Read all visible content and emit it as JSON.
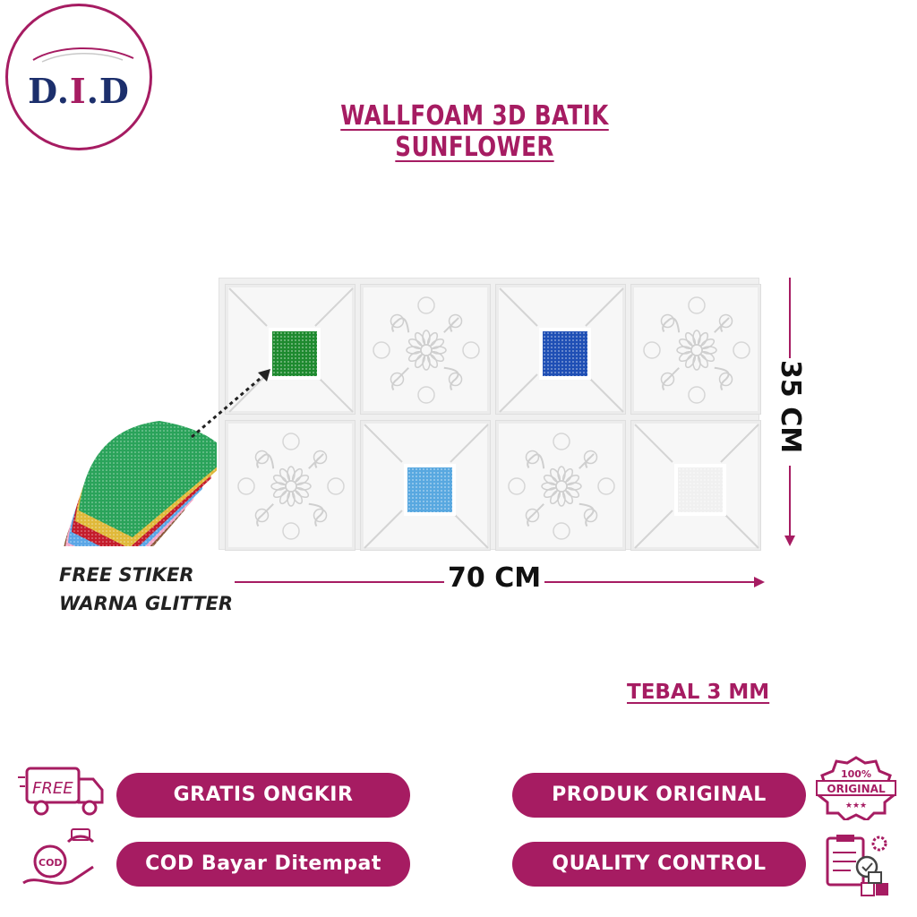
{
  "brand": {
    "logo_prefix": "D.",
    "logo_mid": "I",
    "logo_suffix": ".D",
    "brand_color": "#a61c62",
    "navy_color": "#1c2f6c"
  },
  "title": "WALLFOAM 3D BATIK SUNFLOWER",
  "panel": {
    "tiles": [
      {
        "kind": "frame",
        "glitter": "#1e8a2f"
      },
      {
        "kind": "flower"
      },
      {
        "kind": "frame",
        "glitter": "#1f4fb5"
      },
      {
        "kind": "flower"
      },
      {
        "kind": "flower"
      },
      {
        "kind": "frame",
        "glitter": "#58a8e0"
      },
      {
        "kind": "flower"
      },
      {
        "kind": "frame",
        "glitter": "#f0f0f0"
      }
    ]
  },
  "dimensions": {
    "width_label": "70 CM",
    "height_label": "35 CM"
  },
  "sticker": {
    "line1": "FREE STIKER",
    "line2": "WARNA GLITTER",
    "colors": [
      "#2aa35a",
      "#e0b93a",
      "#c41c2c",
      "#5aa6e6",
      "#f4a6c8",
      "#8a5a3a"
    ]
  },
  "thickness": "TEBAL 3 MM",
  "badges": {
    "gratis": "GRATIS ONGKIR",
    "cod": "COD Bayar Ditempat",
    "produk": "PRODUK ORIGINAL",
    "qc": "QUALITY CONTROL",
    "free_icon_text": "FREE",
    "cod_icon_text": "COD",
    "original_pct": "100%",
    "original_word": "ORIGINAL",
    "original_stars": "★★★"
  },
  "icons": [
    "free-truck-icon",
    "cod-hand-icon",
    "original-stamp-icon",
    "quality-checklist-icon"
  ]
}
